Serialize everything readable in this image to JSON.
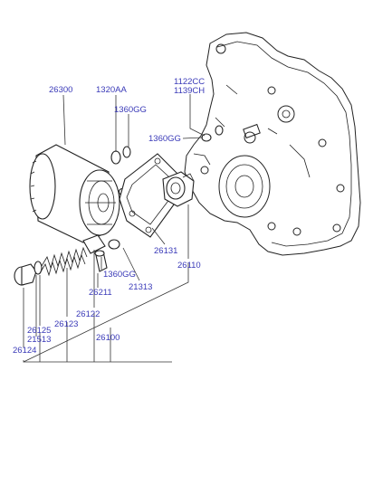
{
  "diagram": {
    "labels": {
      "p26300": "26300",
      "p1320AA": "1320AA",
      "p1360GG_top": "1360GG",
      "p1122CC": "1122CC",
      "p1139CH": "1139CH",
      "p1360GG_eng": "1360GG",
      "p26131": "26131",
      "p26110": "26110",
      "p1360GG_low": "1360GG",
      "p26211": "26211",
      "p21313": "21313",
      "p26122": "26122",
      "p26123": "26123",
      "p26125": "26125",
      "p21513": "21513",
      "p26124": "26124",
      "p26100": "26100"
    },
    "label_color": "#3a3ab8"
  }
}
